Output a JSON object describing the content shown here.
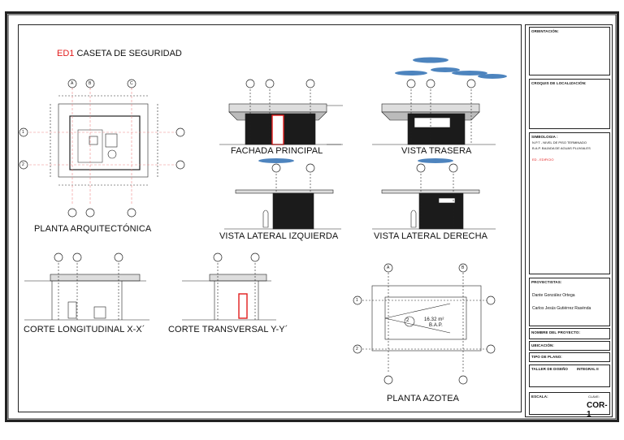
{
  "sheet": {
    "project_code": "ED1",
    "project_title": "CASETA DE SEGURIDAD"
  },
  "views": {
    "plan": "PLANTA ARQUITECTÓNICA",
    "front": "FACHADA PRINCIPAL",
    "rear": "VISTA TRASERA",
    "left": "VISTA LATERAL IZQUIERDA",
    "right": "VISTA LATERAL DERECHA",
    "long_section": "CORTE LONGITUDINAL X-X´",
    "trans_section": "CORTE TRANSVERSAL Y-Y´",
    "roof": "PLANTA AZOTEA"
  },
  "roof": {
    "area": "16.32 m²",
    "bap": "B.A.P.",
    "slope": "2"
  },
  "axes": {
    "a": "A",
    "b": "B",
    "c": "C",
    "one": "1",
    "two": "2"
  },
  "titleblock": {
    "orientation_label": "ORIENTACIÓN:",
    "location_label": "CROQUIS DE LOCALIZACIÓN:",
    "symbology_label": "SIMBOLOGIA :",
    "symbology_npt": "N.P.T - NIVEL DE PISO TERMINADO",
    "symbology_bap": "B.A.P. BAJADA DE AGUAS PLUVIALES",
    "symbology_ed": "ED - EDIFICIO",
    "designers_label": "PROYECTISTAS:",
    "designer_1": "Dante González Ortega",
    "designer_2": "Carlos Jesús Gutiérrez Rasénda",
    "project_label": "NOMBRE DEL PROYECTO:",
    "location2_label": "UBICACIÓN:",
    "plan_type_label": "TIPO DE PLANO:",
    "workshop_label": "TALLER DE DISEÑO",
    "workshop_value": "INTEGRAL II",
    "scale_label": "ESCALA:",
    "key_label": "CLAVE:",
    "sheet_code": "COR-1"
  },
  "colors": {
    "accent_red": "#e21d1d",
    "cloud_blue": "#2f6fb3",
    "line": "#1a1a1a"
  }
}
